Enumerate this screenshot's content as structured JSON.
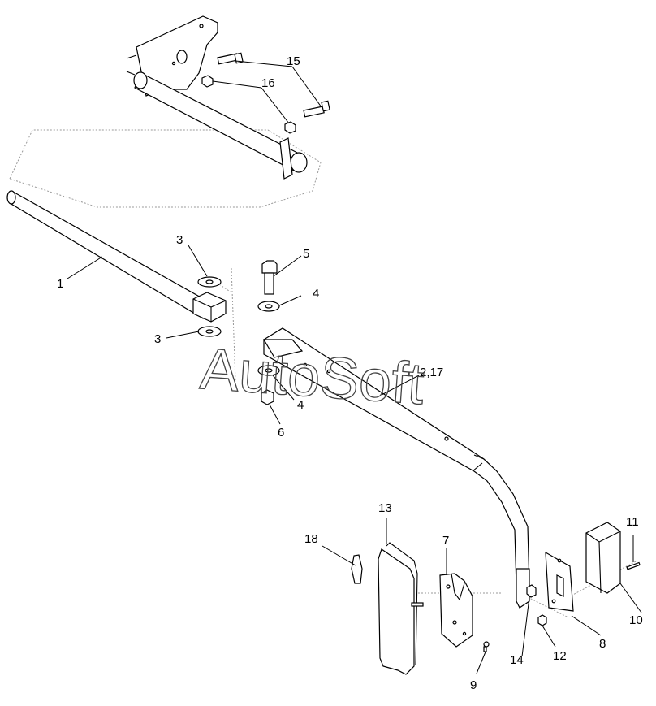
{
  "watermark": "AutoSoft",
  "callouts": {
    "c1": "1",
    "c2_17": "2,17",
    "c3a": "3",
    "c3b": "3",
    "c4a": "4",
    "c4b": "4",
    "c5": "5",
    "c6": "6",
    "c7": "7",
    "c8": "8",
    "c9": "9",
    "c10": "10",
    "c11": "11",
    "c12": "12",
    "c13": "13",
    "c14": "14",
    "c15": "15",
    "c16": "16",
    "c18": "18"
  }
}
